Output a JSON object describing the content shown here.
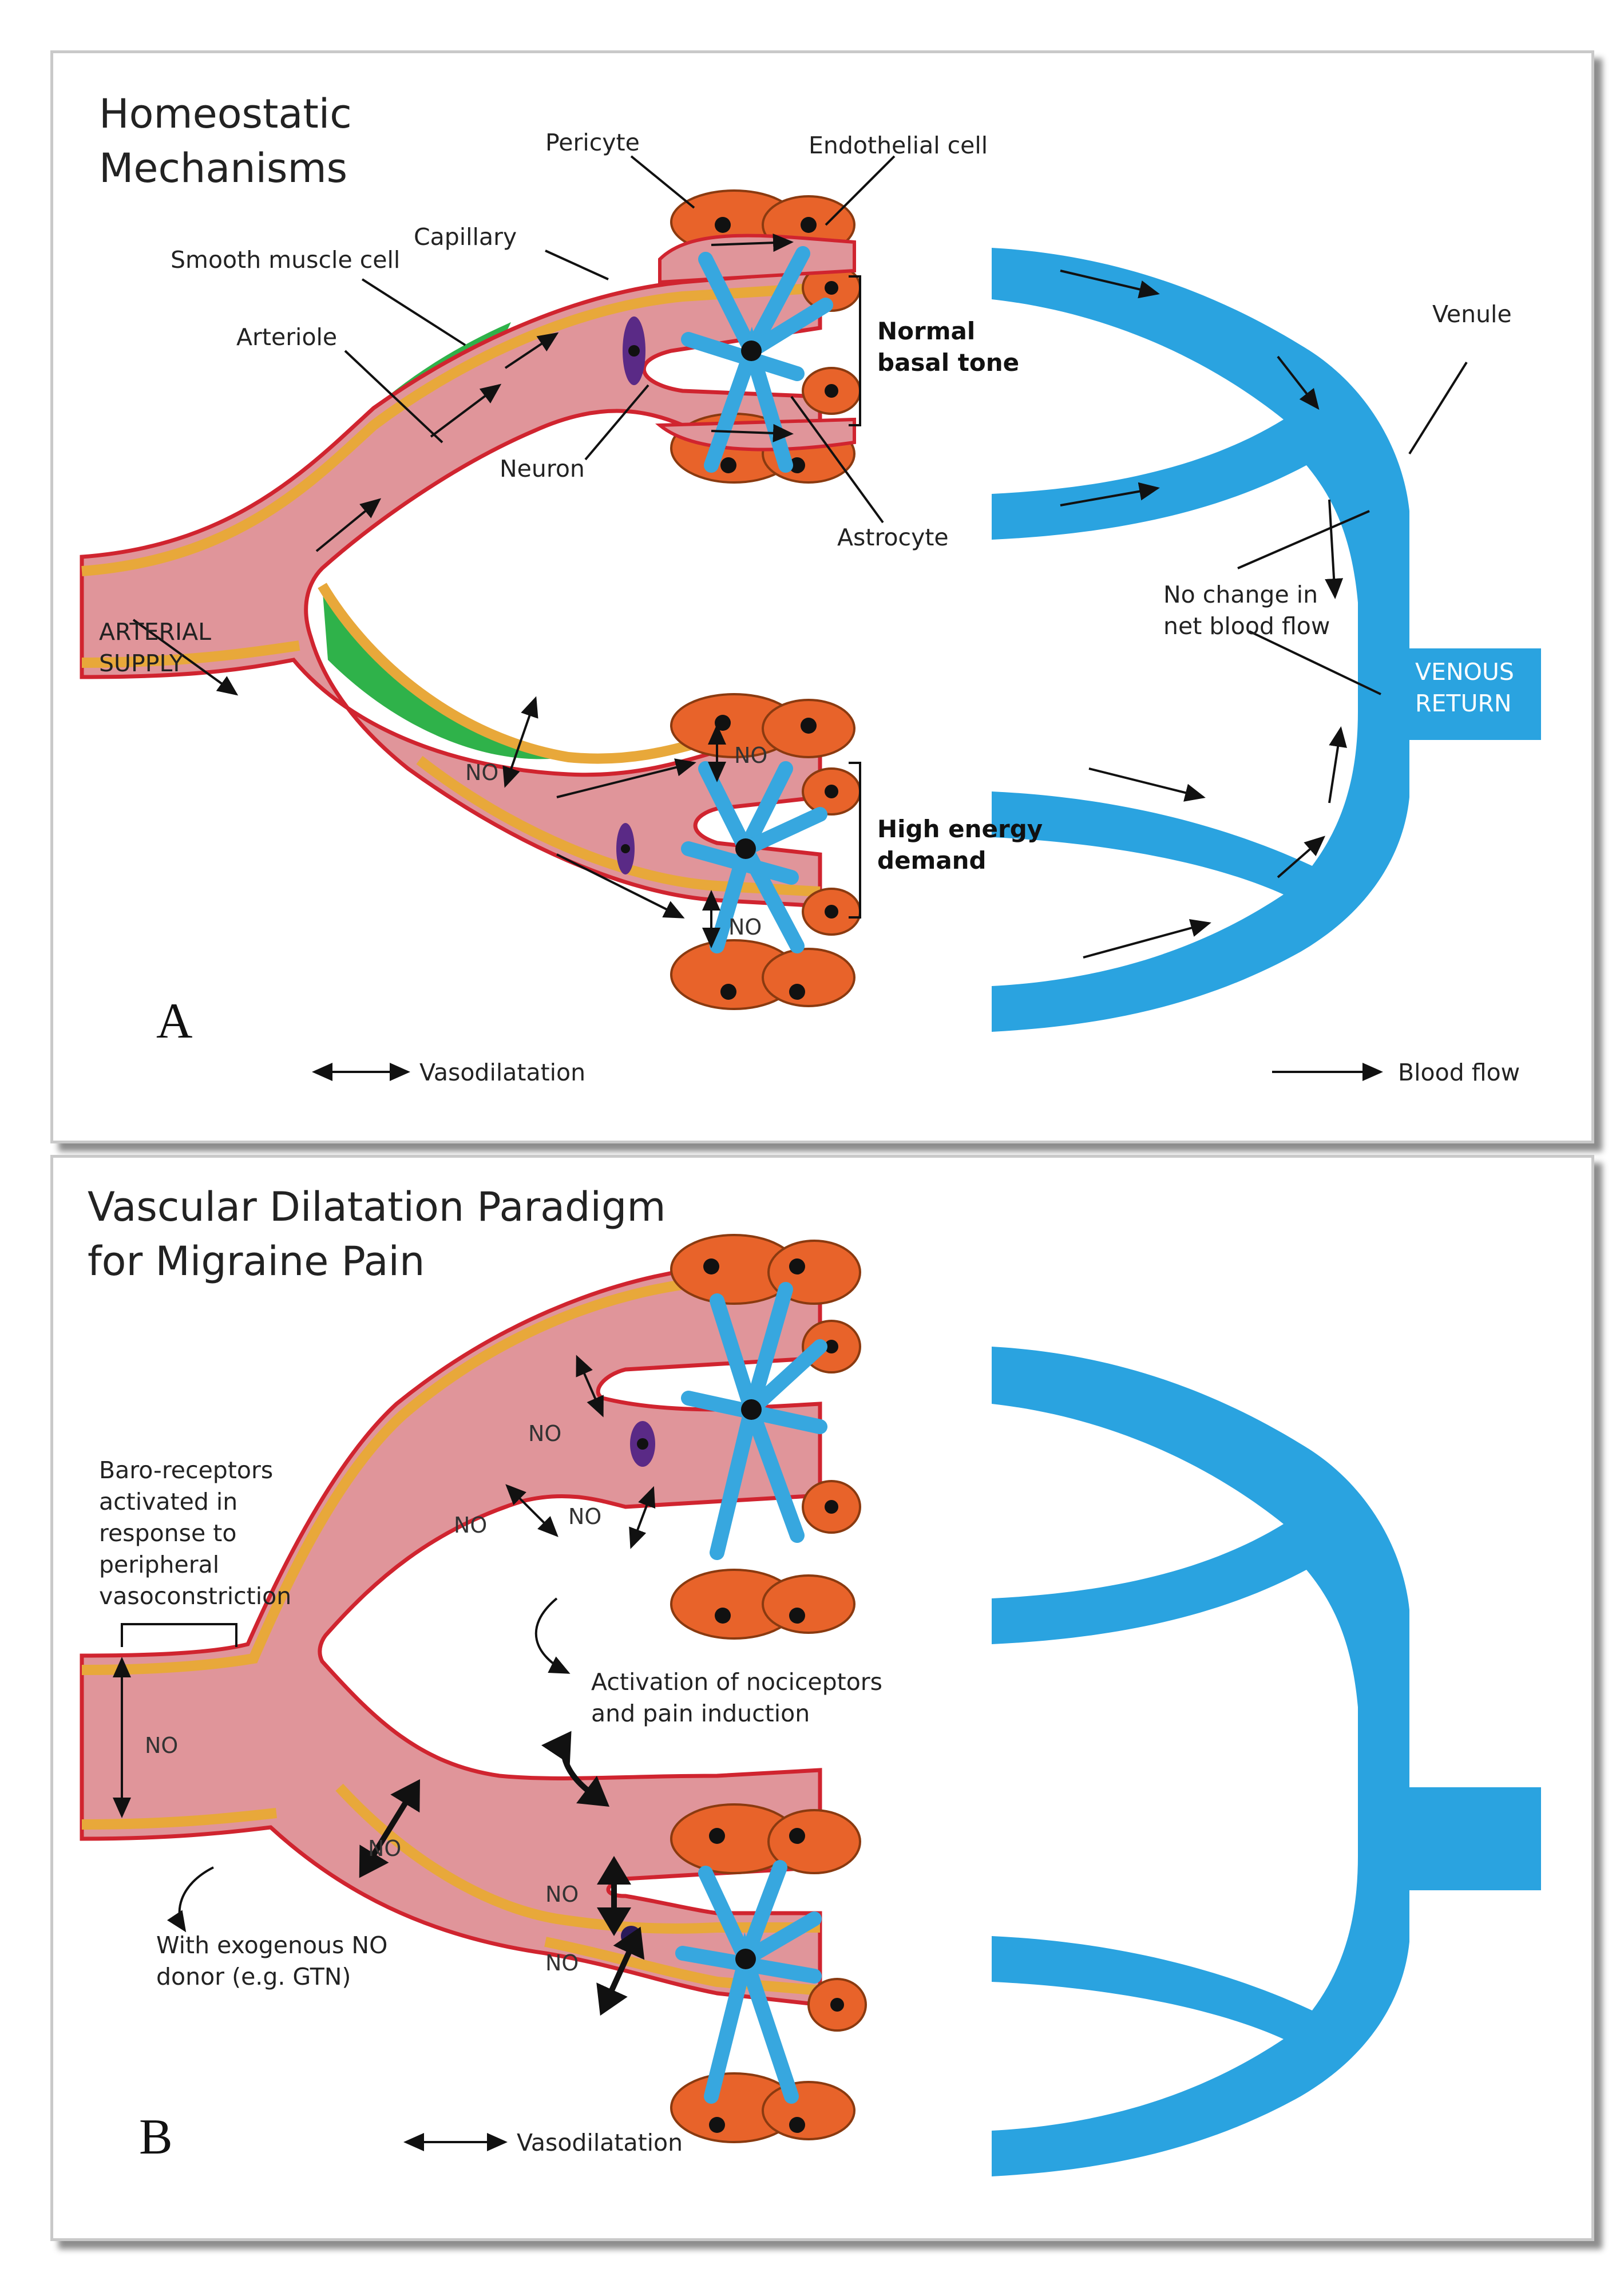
{
  "panel_a": {
    "title_line1": "Homeostatic",
    "title_line2": "Mechanisms",
    "labels": {
      "pericyte": "Pericyte",
      "endothelial_cell": "Endothelial cell",
      "capillary": "Capillary",
      "smooth_muscle_cell": "Smooth muscle cell",
      "arteriole": "Arteriole",
      "neuron": "Neuron",
      "astrocyte": "Astrocyte",
      "venule": "Venule",
      "normal_tone_line1": "Normal",
      "normal_tone_line2": "basal tone",
      "high_energy_line1": "High energy",
      "high_energy_line2": "demand",
      "arterial_line1": "ARTERIAL",
      "arterial_line2": "SUPPLY",
      "no_change_line1": "No change in",
      "no_change_line2": "net blood flow",
      "venous_line1": "VENOUS",
      "venous_line2": "RETURN",
      "no": "NO"
    },
    "letter": "A",
    "legend_vasodilatation": "Vasodilatation",
    "legend_blood_flow": "Blood flow"
  },
  "panel_b": {
    "title_line1": "Vascular Dilatation Paradigm",
    "title_line2": "for Migraine Pain",
    "labels": {
      "baro_line1": "Baro-receptors",
      "baro_line2": "activated  in",
      "baro_line3": "response to",
      "baro_line4": "peripheral",
      "baro_line5": "vasoconstriction",
      "activation_line1": "Activation of nociceptors",
      "activation_line2": "and pain induction",
      "exogenous_line1": "With exogenous NO",
      "exogenous_line2": "donor (e.g. GTN)",
      "no": "NO"
    },
    "letter": "B",
    "legend_vasodilatation": "Vasodilatation"
  },
  "colors": {
    "vessel_fill": "#e0959a",
    "vessel_border": "#d0242f",
    "endothelium": "#e8a83a",
    "endothelium_edge": "#8a5a20",
    "smooth_muscle": "#2fb24a",
    "cell_fill": "#e8632a",
    "vein": "#2aa3e0",
    "astrocyte": "#37a7df",
    "neuron": "#5a2a86"
  }
}
